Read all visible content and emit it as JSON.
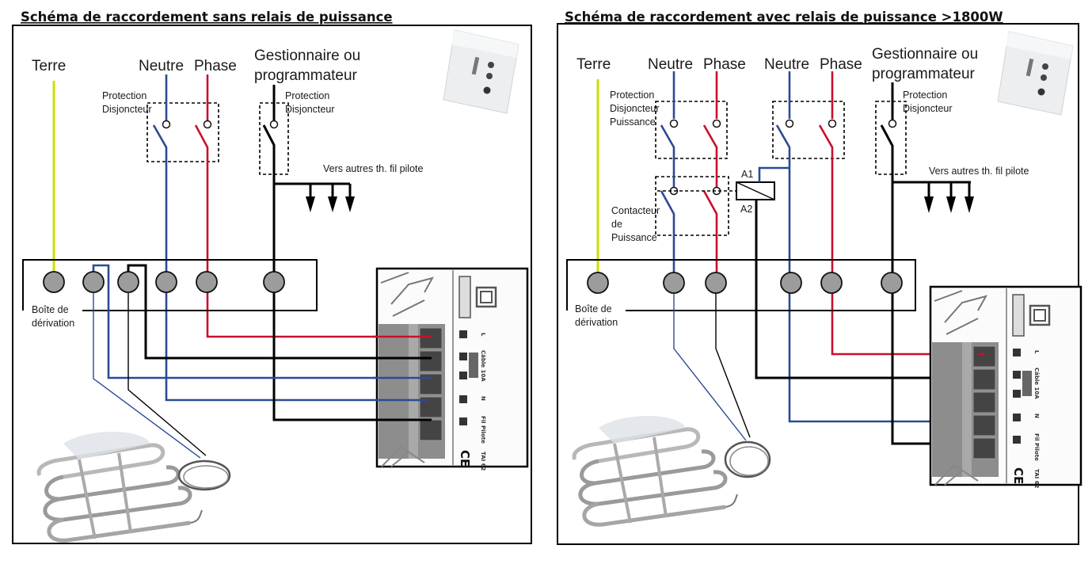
{
  "left": {
    "title": "Schéma de raccordement sans relais de puissance",
    "labels": {
      "earth": "Terre",
      "neutral": "Neutre",
      "phase": "Phase",
      "manager_line1": "Gestionnaire ou",
      "manager_line2": "programmateur",
      "protection_line1": "Protection",
      "protection_line2": "Disjoncteur",
      "manager_protection_line1": "Protection",
      "manager_protection_line2": "Disjoncteur",
      "pilot_wire": "Vers autres th. fil pilote",
      "junction_box_line1": "Boîte de",
      "junction_box_line2": "dérivation"
    },
    "module": {
      "terminal_l": "L",
      "cable": "Câble 10A",
      "terminal_n": "N",
      "pilot": "Fil Pilote",
      "model": "TAI 62",
      "ce": "CE"
    }
  },
  "right": {
    "title": "Schéma de raccordement avec relais de puissance >1800W",
    "labels": {
      "earth": "Terre",
      "neutral1": "Neutre",
      "phase1": "Phase",
      "neutral2": "Neutre",
      "phase2": "Phase",
      "manager_line1": "Gestionnaire ou",
      "manager_line2": "programmateur",
      "power_protection_line1": "Protection",
      "power_protection_line2": "Disjoncteur",
      "power_protection_line3": "Puissance",
      "manager_protection_line1": "Protection",
      "manager_protection_line2": "Disjoncteur",
      "contactor_line1": "Contacteur",
      "contactor_line2": "de",
      "contactor_line3": "Puissance",
      "coil_a1": "A1",
      "coil_a2": "A2",
      "pilot_wire": "Vers autres th. fil pilote",
      "junction_box_line1": "Boîte de",
      "junction_box_line2": "dérivation"
    },
    "module": {
      "terminal_l": "L",
      "cable": "Câble 10A",
      "terminal_n": "N",
      "pilot": "Fil Pilote",
      "model": "TAI 62",
      "ce": "CE"
    }
  },
  "colors": {
    "neutral": "#2c4a94",
    "phase": "#c8102e",
    "pilot": "#000000",
    "earth": "#c9e000",
    "terminal": "#9c9c9c"
  }
}
